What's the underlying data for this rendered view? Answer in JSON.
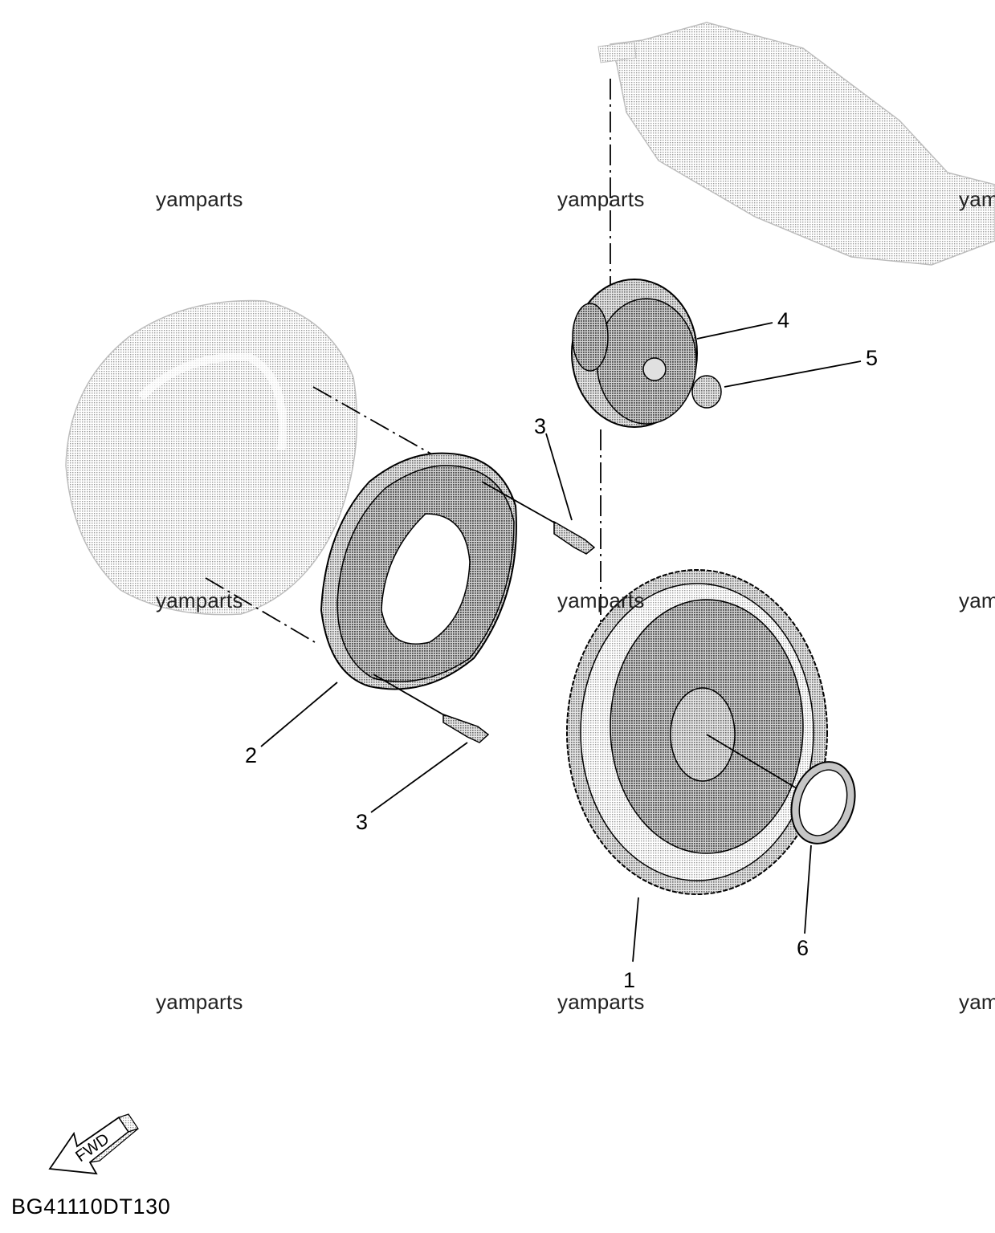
{
  "callouts": [
    {
      "id": "c1",
      "label": "1"
    },
    {
      "id": "c2",
      "label": "2"
    },
    {
      "id": "c3a",
      "label": "3"
    },
    {
      "id": "c3b",
      "label": "3"
    },
    {
      "id": "c4",
      "label": "4"
    },
    {
      "id": "c5",
      "label": "5"
    },
    {
      "id": "c6",
      "label": "6"
    }
  ],
  "watermarks": {
    "left": "yamparts",
    "center": "yamparts",
    "right_partial": "yam"
  },
  "fwd_label": "FWD",
  "diagram_code": "BG41110DT130",
  "colors": {
    "line": "#000000",
    "ghost": "#c8c8c8",
    "part_fill": "#a9a9a9",
    "part_dark": "#6f6f6f"
  }
}
